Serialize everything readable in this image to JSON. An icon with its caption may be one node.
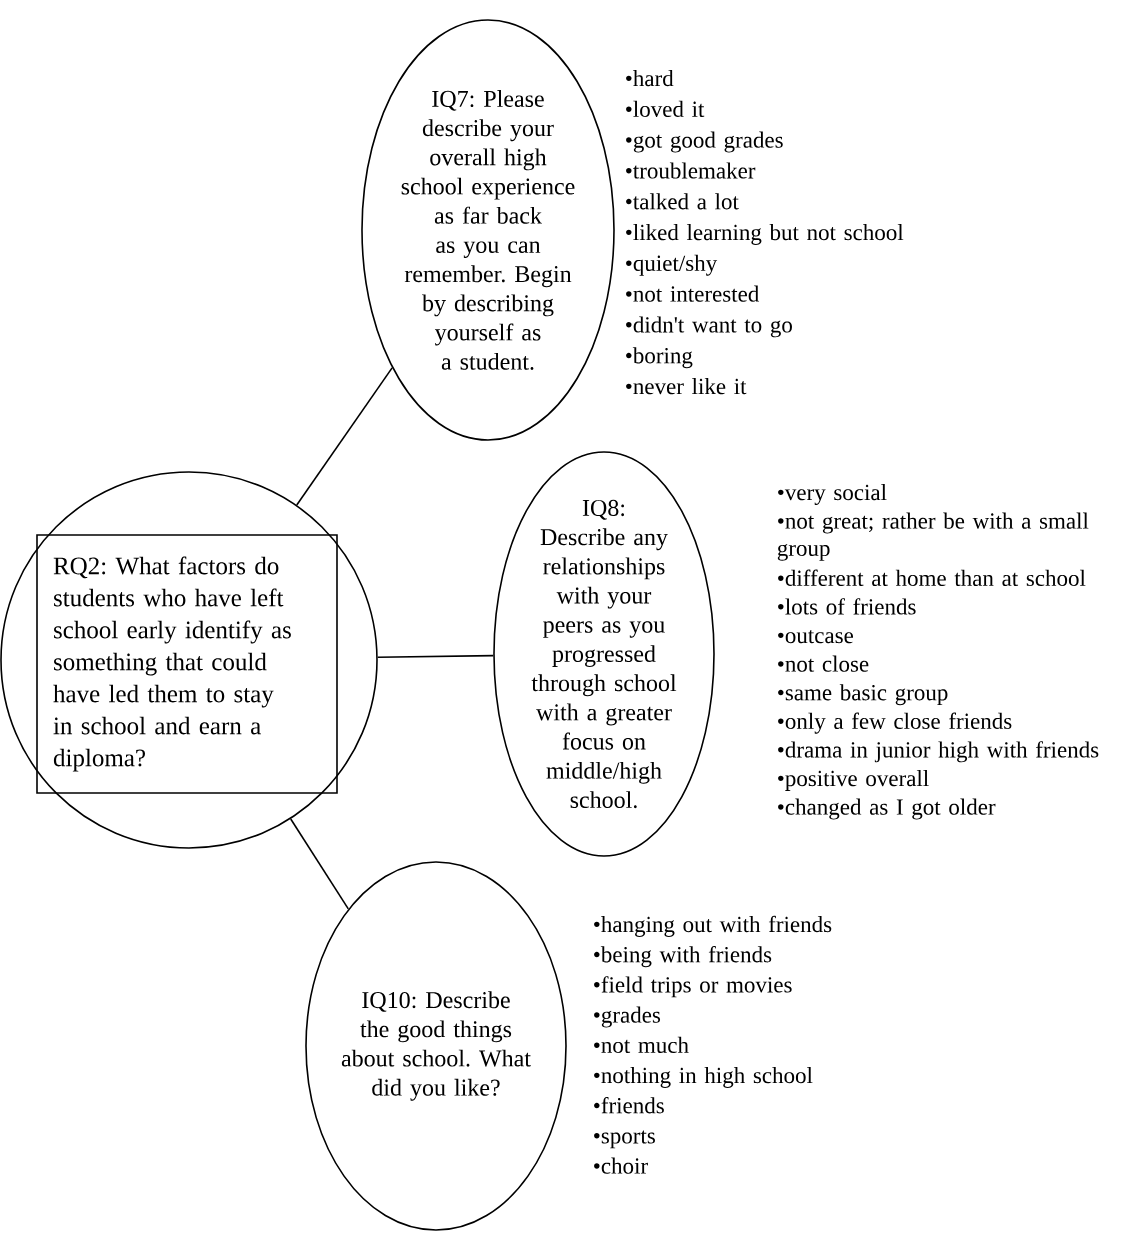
{
  "diagram": {
    "nodes": [
      {
        "text": [],
        "shape": "circle"
      },
      {
        "text": [
          "RQ2: What factors do students who have left school early identify as something that could have led them to stay in school and earn a diploma?"
        ],
        "in": 0
      },
      {
        "text": [
          "IQ7: Please describe your overall high school experience as far back as you can remember. Begin by describing yourself as a student."
        ],
        "beside": [
          "•hard",
          "•loved it",
          "•got good grades",
          "•troublemaker",
          "•talked a lot",
          "•liked learning but not school",
          "•quiet/shy",
          "•not interested",
          "•didn't want to go",
          "•boring",
          "•never like it"
        ]
      },
      {
        "text": [
          "IQ8: Describe any relationships with your peers as you progressed through school with a greater focus on middle/high school."
        ],
        "beside": [
          "•very social",
          "•not great; rather be with a small group",
          "•different at home than at school",
          "•lots of friends",
          "•outcase",
          "•not close",
          "•same basic group",
          "•only a few close friends",
          "•drama in junior high with friends",
          "•positive overall",
          "•changed as I got older"
        ]
      },
      {
        "text": [
          "IQ10: Describe the good things about school. What did you like?"
        ],
        "beside": [
          "•hanging out with friends",
          "•being with friends",
          "•field trips or movies",
          "•grades",
          "•not much",
          "•nothing in high school",
          "•friends",
          "•sports",
          "•choir"
        ]
      }
    ],
    "edges": [
      {
        "from": 0,
        "to": 2,
        "arrow": "none"
      },
      {
        "from": 0,
        "to": 3,
        "arrow": "none"
      },
      {
        "from": 0,
        "to": 4,
        "arrow": "none"
      }
    ]
  }
}
